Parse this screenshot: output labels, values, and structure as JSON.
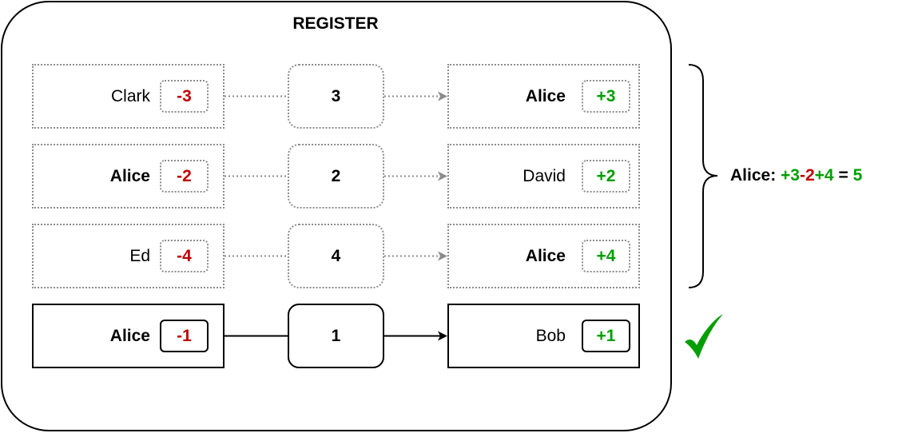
{
  "register": {
    "title": "REGISTER",
    "rows": [
      {
        "sender": "Clark",
        "sender_bold": false,
        "debit": "-3",
        "number": "3",
        "receiver": "Alice",
        "receiver_bold": true,
        "credit": "+3",
        "style": "dotted"
      },
      {
        "sender": "Alice",
        "sender_bold": true,
        "debit": "-2",
        "number": "2",
        "receiver": "David",
        "receiver_bold": false,
        "credit": "+2",
        "style": "dotted"
      },
      {
        "sender": "Ed",
        "sender_bold": false,
        "debit": "-4",
        "number": "4",
        "receiver": "Alice",
        "receiver_bold": true,
        "credit": "+4",
        "style": "dotted"
      },
      {
        "sender": "Alice",
        "sender_bold": true,
        "debit": "-1",
        "number": "1",
        "receiver": "Bob",
        "receiver_bold": false,
        "credit": "+1",
        "style": "solid"
      }
    ]
  },
  "summary": {
    "label": "Alice: ",
    "term1": "+3",
    "term2": "-2",
    "term3": "+4",
    "equals": " = ",
    "result": "5"
  },
  "icons": {
    "brace": "right-curly-brace-icon",
    "check": "checkmark-icon"
  },
  "colors": {
    "negative": "#c00000",
    "positive": "#009e00",
    "dotted_border": "#8c8c8c",
    "check": "#009e00"
  }
}
